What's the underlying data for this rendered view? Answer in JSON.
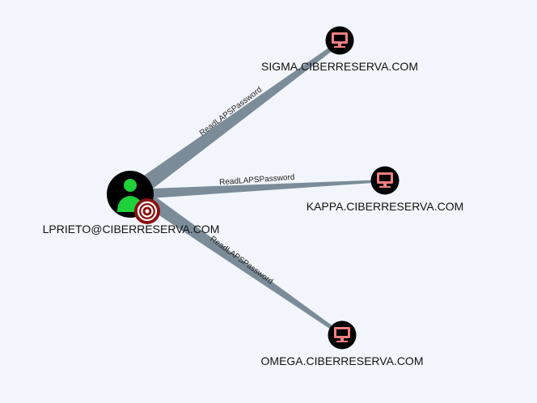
{
  "graph": {
    "background": "#f2f5fb",
    "nodes": [
      {
        "id": "lprieto",
        "label": "LPRIETO@CIBERRESERVA.COM",
        "type": "user",
        "icon": "user-icon",
        "badge": "target-icon",
        "icon_color": "#1fd13a",
        "badge_color": "#8b1010"
      },
      {
        "id": "sigma",
        "label": "SIGMA.CIBERRESERVA.COM",
        "type": "computer",
        "icon": "computer-icon",
        "icon_color": "#f08080"
      },
      {
        "id": "kappa",
        "label": "KAPPA.CIBERRESERVA.COM",
        "type": "computer",
        "icon": "computer-icon",
        "icon_color": "#f08080"
      },
      {
        "id": "omega",
        "label": "OMEGA.CIBERRESERVA.COM",
        "type": "computer",
        "icon": "computer-icon",
        "icon_color": "#f08080"
      }
    ],
    "edges": [
      {
        "from": "lprieto",
        "to": "sigma",
        "label": "ReadLAPSPassword"
      },
      {
        "from": "lprieto",
        "to": "kappa",
        "label": "ReadLAPSPassword"
      },
      {
        "from": "lprieto",
        "to": "omega",
        "label": "ReadLAPSPassword"
      }
    ],
    "edge_color": "#7b8c99"
  }
}
